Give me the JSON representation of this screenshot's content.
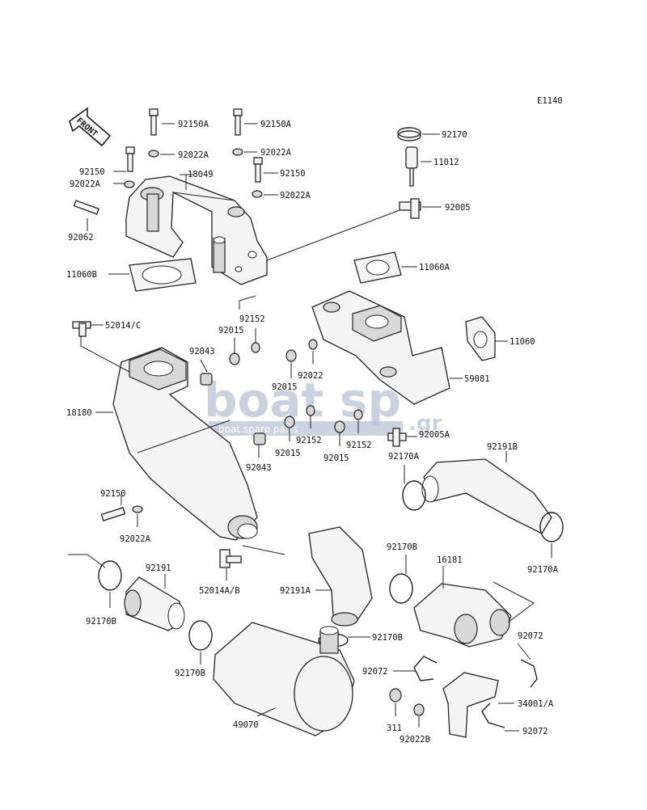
{
  "diagram_code": "E1140",
  "front_arrow_label": "FRONT",
  "watermark": {
    "main_a": "boat",
    "main_b": "sp",
    "suffix": ".gr",
    "tagline": "boat spare parts"
  },
  "labels": {
    "p92150A_1": "92150A",
    "p92150A_2": "92150A",
    "p92022A_1": "92022A",
    "p92022A_2": "92022A",
    "p92150_1": "92150",
    "p18049": "18049",
    "p92150_2": "92150",
    "p92022A_3": "92022A",
    "p92022A_4": "92022A",
    "p92062": "92062",
    "p92170": "92170",
    "p11012": "11012",
    "p92005": "92005",
    "p11060B": "11060B",
    "p11060A": "11060A",
    "p52014C": "52014/C",
    "p92152_1": "92152",
    "p92015_1": "92015",
    "p92043_1": "92043",
    "p11060": "11060",
    "p92022": "92022",
    "p92015_2": "92015",
    "p59081": "59081",
    "p18180": "18180",
    "p92152_2": "92152",
    "p92152_3": "92152",
    "p92005A": "92005A",
    "p92015_3": "92015",
    "p92015_4": "92015",
    "p92043_2": "92043",
    "p92170A_1": "92170A",
    "p92191B": "92191B",
    "p92150_3": "92150",
    "p92022A_5": "92022A",
    "p92170A_2": "92170A",
    "p52014AB": "52014A/B",
    "p92170B_1": "92170B",
    "p16181": "16181",
    "p92191": "92191",
    "p92191A": "92191A",
    "p92170B_2": "92170B",
    "p92072_1": "92072",
    "p92170B_3": "92170B",
    "p92170B_4": "92170B",
    "p92072_2": "92072",
    "p34001A": "34001/A",
    "p49070": "49070",
    "p311": "311",
    "p92022B": "92022B",
    "p92072_3": "92072"
  }
}
